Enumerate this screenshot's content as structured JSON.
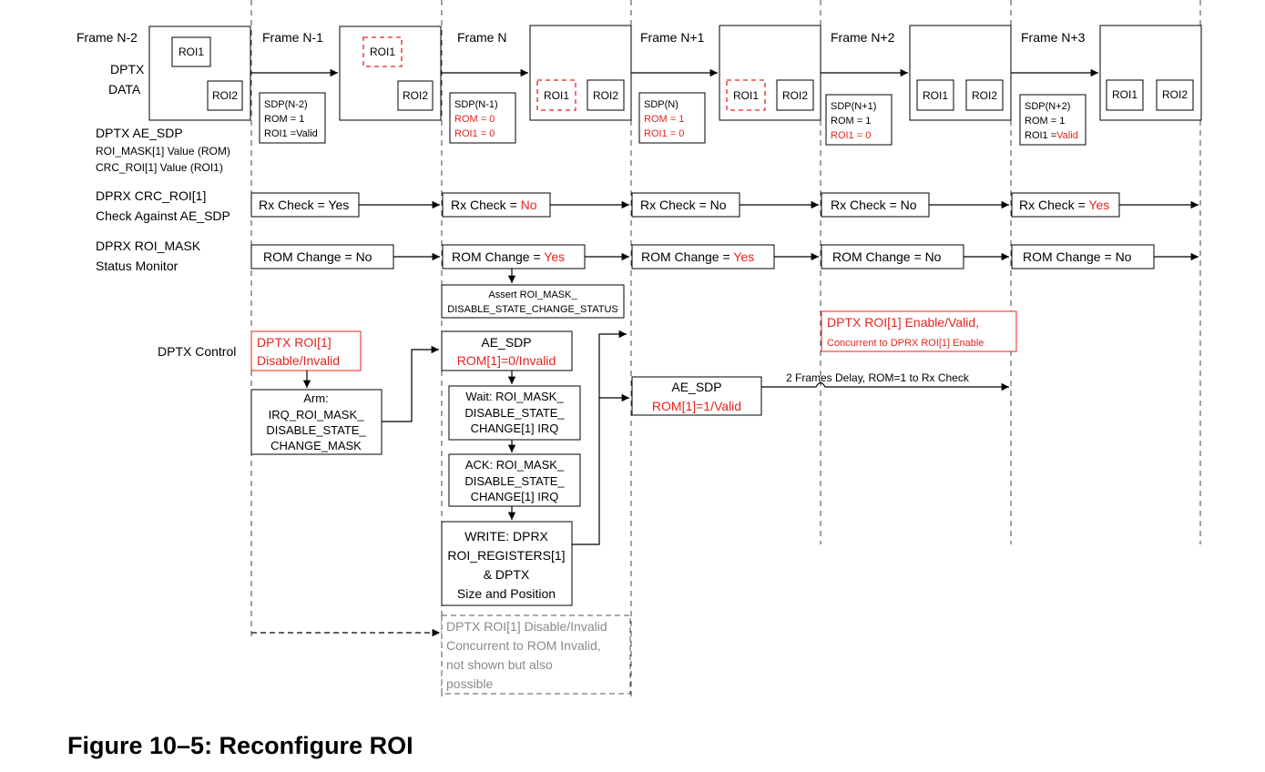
{
  "frames": [
    "Frame N-2",
    "Frame N-1",
    "Frame N",
    "Frame N+1",
    "Frame N+2",
    "Frame N+3"
  ],
  "roi1": "ROI1",
  "roi2": "ROI2",
  "row_labels": {
    "dptx_data_1": "DPTX",
    "dptx_data_2": "DATA",
    "ae_sdp_1": "DPTX AE_SDP",
    "ae_sdp_2": "ROI_MASK[1] Value (ROM)",
    "ae_sdp_3": "CRC_ROI[1] Value (ROI1)",
    "crc_1": "DPRX CRC_ROI[1]",
    "crc_2": "Check Against AE_SDP",
    "mask_1": "DPRX ROI_MASK",
    "mask_2": "Status Monitor",
    "control": "DPTX Control"
  },
  "sdp": [
    {
      "title": "SDP(N-2)",
      "rom": "ROM = 1",
      "roi1_prefix": "ROI1 =",
      "roi1_val": "Valid"
    },
    {
      "title": "SDP(N-1)",
      "rom": "ROM = 0",
      "roi1": "ROI1 = 0"
    },
    {
      "title": "SDP(N)",
      "rom": "ROM = 1",
      "roi1": "ROI1 = 0"
    },
    {
      "title": "SDP(N+1)",
      "rom": "ROM = 1",
      "roi1": "ROI1 = 0"
    },
    {
      "title": "SDP(N+2)",
      "rom": "ROM = 1",
      "roi1_prefix": "ROI1 =",
      "roi1_val": "Valid"
    }
  ],
  "rx_check_prefix": "Rx Check = ",
  "rx_check_values": [
    "Yes",
    "No",
    "No",
    "No",
    "Yes"
  ],
  "rom_change_prefix": "ROM Change = ",
  "rom_change_values": [
    "No",
    "Yes",
    "Yes",
    "No",
    "No"
  ],
  "assert_box": [
    "Assert ROI_MASK_",
    "DISABLE_STATE_CHANGE_STATUS"
  ],
  "dptx_roi_disable": [
    "DPTX ROI[1]",
    "Disable/Invalid"
  ],
  "arm_box": [
    "Arm:",
    "IRQ_ROI_MASK_",
    "DISABLE_STATE_",
    "CHANGE_MASK"
  ],
  "ae_sdp_invalid": [
    "AE_SDP",
    "ROM[1]=0/Invalid"
  ],
  "wait_box": [
    "Wait:   ROI_MASK_",
    "DISABLE_STATE_",
    "CHANGE[1] IRQ"
  ],
  "ack_box": [
    "ACK:   ROI_MASK_",
    "DISABLE_STATE_",
    "CHANGE[1] IRQ"
  ],
  "write_box": [
    "WRITE:  DPRX",
    "ROI_REGISTERS[1]",
    "& DPTX",
    "Size and Position"
  ],
  "ae_sdp_valid": [
    "AE_SDP",
    "ROM[1]=1/Valid"
  ],
  "enable_box": [
    "DPTX ROI[1] Enable/Valid,",
    "Concurrent to DPRX ROI[1] Enable"
  ],
  "delay_label": "2 Frames Delay, ROM=1 to Rx Check",
  "gray_box": [
    "DPTX ROI[1] Disable/Invalid",
    "Concurrent to ROM Invalid,",
    "not shown but also",
    "possible"
  ],
  "caption": "Figure 10–5:  Reconfigure ROI",
  "colors": {
    "highlight": "#e8231f",
    "note": "#8a8a8a"
  }
}
